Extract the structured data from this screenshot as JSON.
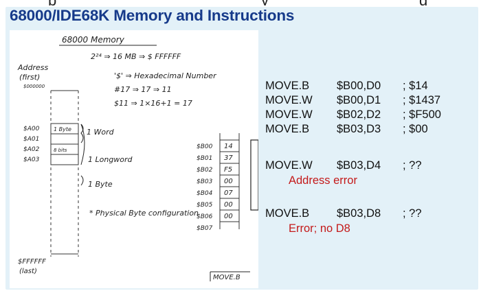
{
  "title": "68000/IDE68K Memory and Instructions",
  "sketch": {
    "heading": "68000 Memory",
    "size_line": "2²⁴ ⇒ 16 MB ⇒ $ FFFFFF",
    "dollar_line": "'$' ⇒ Hexadecimal Number",
    "hash_line": "#17 ⇒ 17 ⇒ 11",
    "conv_line": "$11 ⇒ 1×16+1 = 17",
    "address_label": "Address",
    "first_label": "(first)",
    "first_addr": "$000000",
    "left_addrs": [
      "$A00",
      "$A01",
      "$A02",
      "$A03"
    ],
    "byte_box": "1 Byte",
    "bits_box": "8 bits",
    "word_label": "1 Word",
    "longword_label": "1 Longword",
    "byte_label": "1 Byte",
    "physical_label": "* Physical Byte configuration",
    "last_addr": "$FFFFFF",
    "last_label": "(last)",
    "mem_addrs": [
      "$B00",
      "$B01",
      "$B02",
      "$B03",
      "$B04",
      "$B05",
      "$B06",
      "$B07"
    ],
    "mem_values": [
      "14",
      "37",
      "F5",
      "00",
      "07",
      "00",
      "00",
      ""
    ],
    "bottom_note": "MOVE.B"
  },
  "instructions": [
    {
      "op": "MOVE.B",
      "args": "$B00,D0",
      "comment": "; $14"
    },
    {
      "op": "MOVE.W",
      "args": "$B00,D1",
      "comment": "; $1437"
    },
    {
      "op": "MOVE.W",
      "args": "$B02,D2",
      "comment": "; $F500"
    },
    {
      "op": "MOVE.B",
      "args": "$B03,D3",
      "comment": "; $00"
    }
  ],
  "example1": {
    "op": "MOVE.W",
    "args": "$B03,D4",
    "comment": "; ??",
    "error": "Address error"
  },
  "example2": {
    "op": "MOVE.B",
    "args": "$B03,D8",
    "comment": "; ??",
    "error": "Error; no D8"
  },
  "colors": {
    "title": "#163a8a",
    "panel": "#e3f1f8",
    "error": "#c41a1a"
  }
}
